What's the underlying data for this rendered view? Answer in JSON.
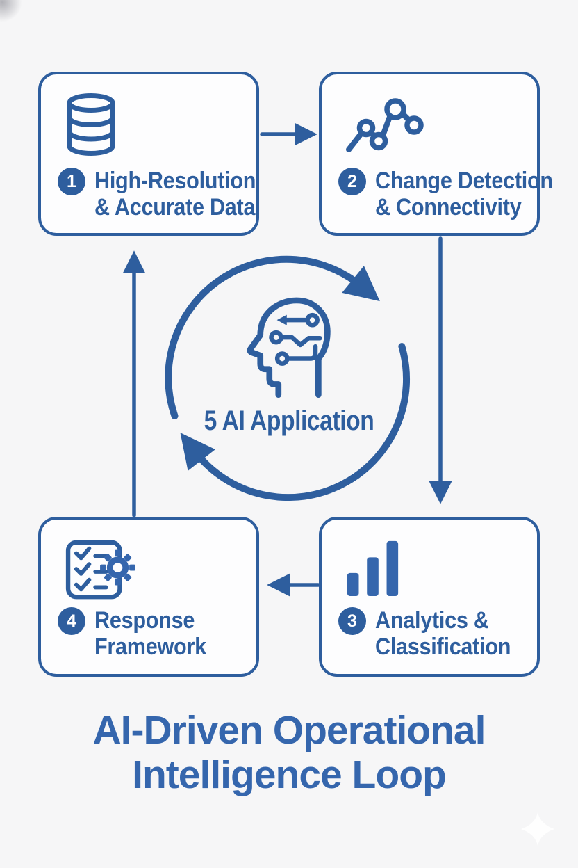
{
  "palette": {
    "primary": "#2e5e9e",
    "accent": "#3566ad",
    "boxfill": "#fdfdfe",
    "bg": "#f6f6f7",
    "badge-text": "#ffffff"
  },
  "diagram": {
    "nodes": [
      {
        "number": "1",
        "icon": "database-icon",
        "line1": "High-Resolution",
        "line2": "& Accurate Data"
      },
      {
        "number": "2",
        "icon": "trend-line-icon",
        "line1": "Change Detection",
        "line2": "& Connectivity"
      },
      {
        "number": "3",
        "icon": "bar-chart-icon",
        "line1": "Analytics &",
        "line2": "Classification"
      },
      {
        "number": "4",
        "icon": "checklist-gear-icon",
        "line1": "Response",
        "line2": "Framework"
      }
    ],
    "center": {
      "label": "5 AI Application",
      "icon": "ai-head-icon"
    },
    "title": {
      "line1": "AI-Driven Operational",
      "line2": "Intelligence Loop"
    }
  }
}
